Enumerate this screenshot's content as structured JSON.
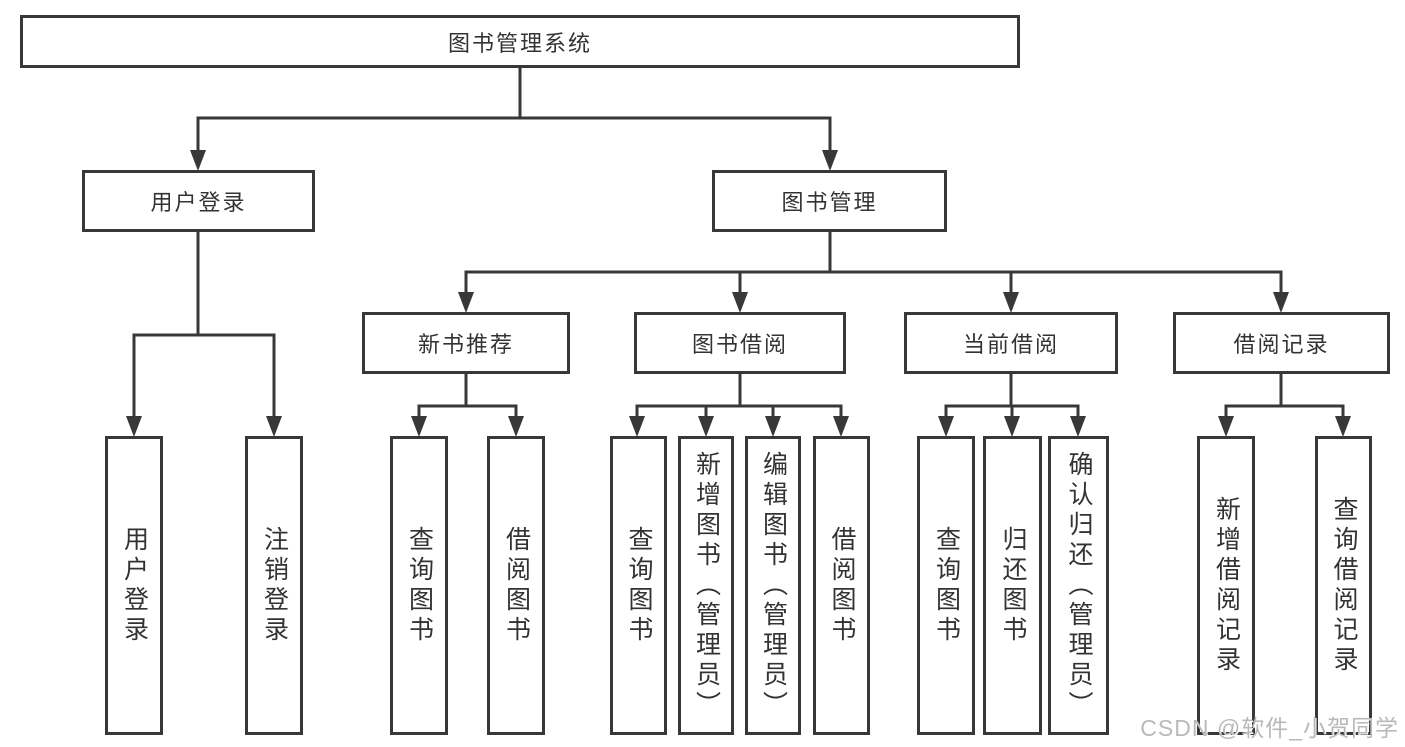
{
  "watermark": "CSDN @软件_小贺同学",
  "colors": {
    "line": "#383838",
    "box_border": "#383838",
    "text": "#333333",
    "background": "#ffffff",
    "watermark": "#b9b9b9"
  },
  "tree": {
    "root": {
      "label": "图书管理系统"
    },
    "branches": [
      {
        "label": "用户登录",
        "children": [
          {
            "label": "用户登录"
          },
          {
            "label": "注销登录"
          }
        ]
      },
      {
        "label": "图书管理",
        "children": [
          {
            "label": "新书推荐",
            "children": [
              {
                "label": "查询图书"
              },
              {
                "label": "借阅图书"
              }
            ]
          },
          {
            "label": "图书借阅",
            "children": [
              {
                "label": "查询图书"
              },
              {
                "label": "新增图书（管理员）"
              },
              {
                "label": "编辑图书（管理员）"
              },
              {
                "label": "借阅图书"
              }
            ]
          },
          {
            "label": "当前借阅",
            "children": [
              {
                "label": "查询图书"
              },
              {
                "label": "归还图书"
              },
              {
                "label": "确认归还（管理员）"
              }
            ]
          },
          {
            "label": "借阅记录",
            "children": [
              {
                "label": "新增借阅记录"
              },
              {
                "label": "查询借阅记录"
              }
            ]
          }
        ]
      }
    ]
  }
}
